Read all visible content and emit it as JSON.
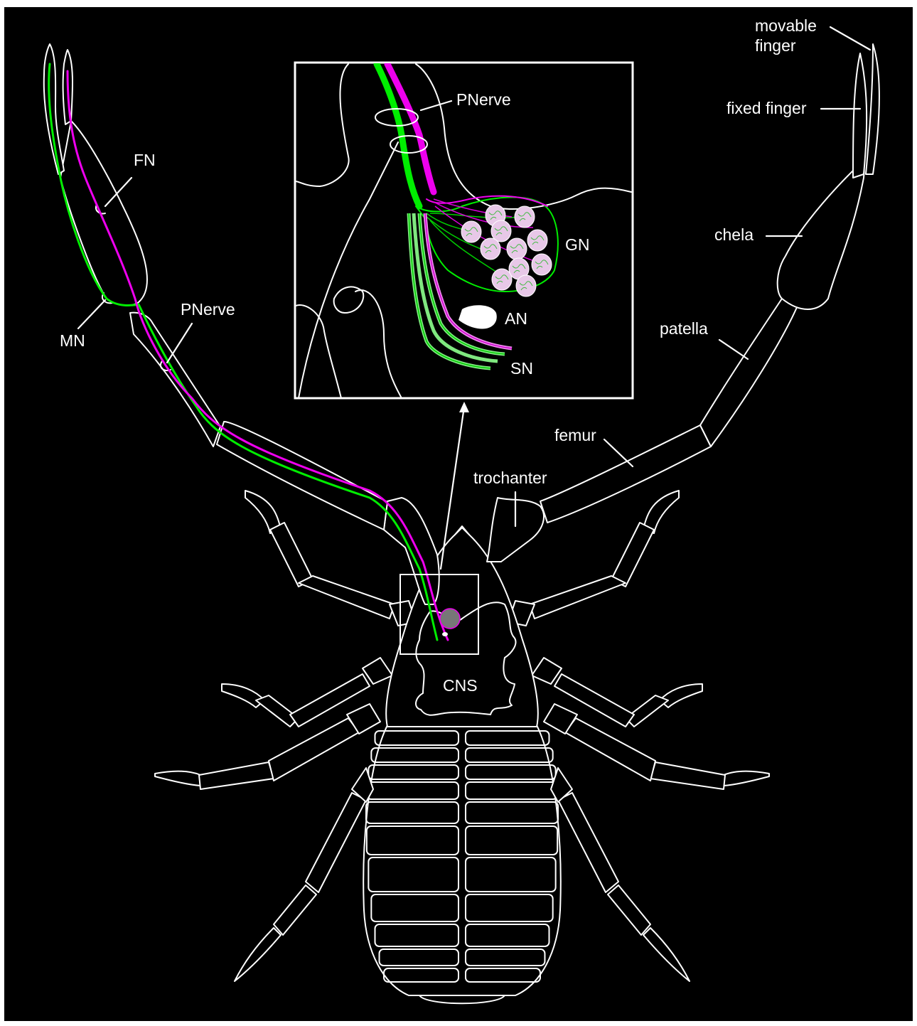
{
  "colors": {
    "background": "#000000",
    "outline": "#ffffff",
    "motor_nerve": "#00ee00",
    "sensory_nerve": "#ee00ee",
    "ganglion_cell_fill": "#e8c8e8"
  },
  "labels": {
    "movable_finger": [
      "movable",
      "finger"
    ],
    "fixed_finger": "fixed finger",
    "chela": "chela",
    "patella": "patella",
    "femur": "femur",
    "trochanter": "trochanter",
    "fn": "FN",
    "mn": "MN",
    "pnerve_leg": "PNerve",
    "cns": "CNS"
  },
  "inset": {
    "pnerve": "PNerve",
    "gn": "GN",
    "an": "AN",
    "sn": "SN"
  }
}
